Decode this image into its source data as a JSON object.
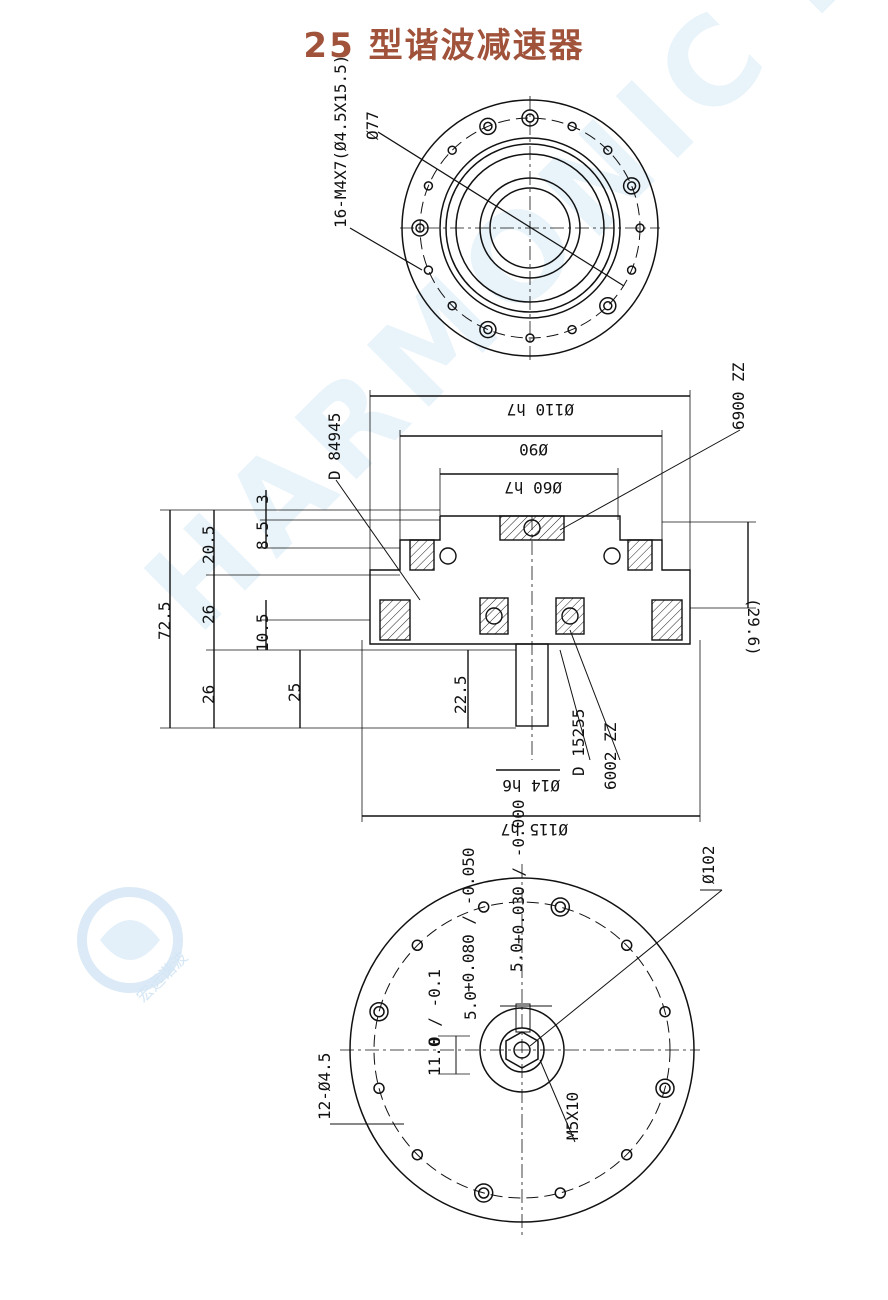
{
  "page": {
    "title": "25 型谐波减速器"
  },
  "watermark": {
    "brand_text": "HARMONIC DRIVE",
    "logo_text": "宏远谐波"
  },
  "front_view": {
    "bolt_callout": "16-M4X7(Ø4.5X15.5)",
    "diameter_callout": "Ø77"
  },
  "section_view": {
    "labels": {
      "d110": "Ø110 h7",
      "d90": "Ø90",
      "d60": "Ø60 h7",
      "d115": "Ø115 h7",
      "d14": "Ø14 h6",
      "bearing_6900": "6900 ZZ",
      "bearing_6002": "6002 ZZ",
      "seal_top": "D 84945",
      "seal_bottom": "D 15255",
      "dim_3": "3",
      "dim_8_5": "8.5",
      "dim_20_5": "20.5",
      "dim_26_top": "26",
      "dim_10_5": "10.5",
      "dim_72_5": "72.5",
      "dim_26_bottom": "26",
      "dim_25": "25",
      "dim_22_5": "22.5",
      "dim_29_6": "(29.6)"
    }
  },
  "back_view": {
    "diameter_callout": "Ø102",
    "holes_callout": "12-Ø4.5",
    "thread_callout": "M5X10",
    "key_width": "5.0",
    "key_width_tol": "+0.030 / -0.000",
    "key_depth": "5.0",
    "key_depth_tol": "+0.080 / -0.050",
    "shaft_depth": "11.0",
    "shaft_depth_tol": "0 / -0.1"
  }
}
